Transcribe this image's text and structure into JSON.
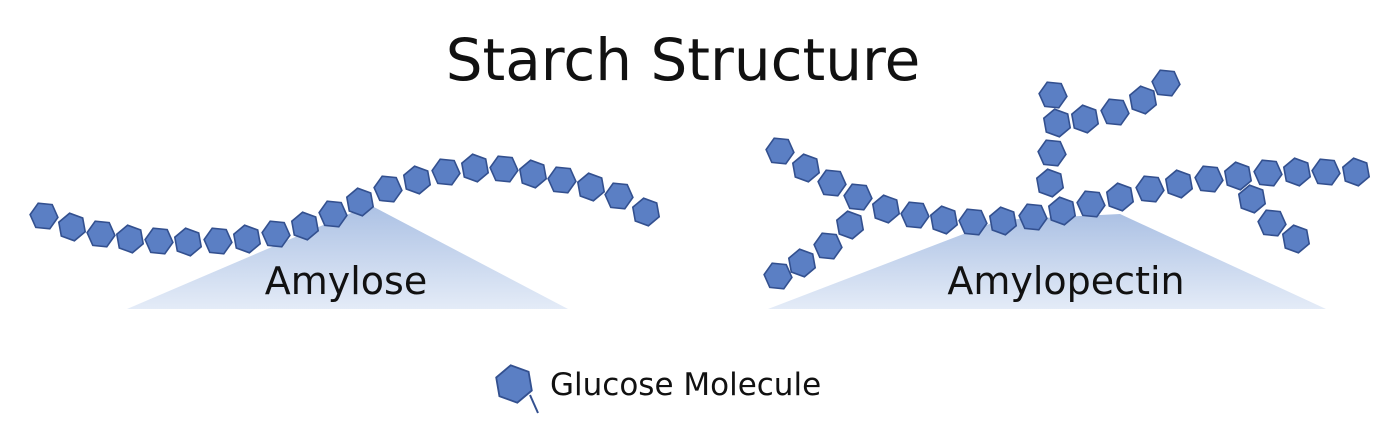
{
  "title": "Starch Structure",
  "structures": [
    {
      "label": "Amylose"
    },
    {
      "label": "Amylopectin"
    }
  ],
  "legend": {
    "icon": "glucose-molecule-icon",
    "label": "Glucose Molecule"
  },
  "colors": {
    "molecule_fill": "#5b7fc4",
    "molecule_stroke": "#33508f",
    "mound_light": "#e3ebf7",
    "mound_dark": "#9db6df",
    "text": "#111111"
  }
}
